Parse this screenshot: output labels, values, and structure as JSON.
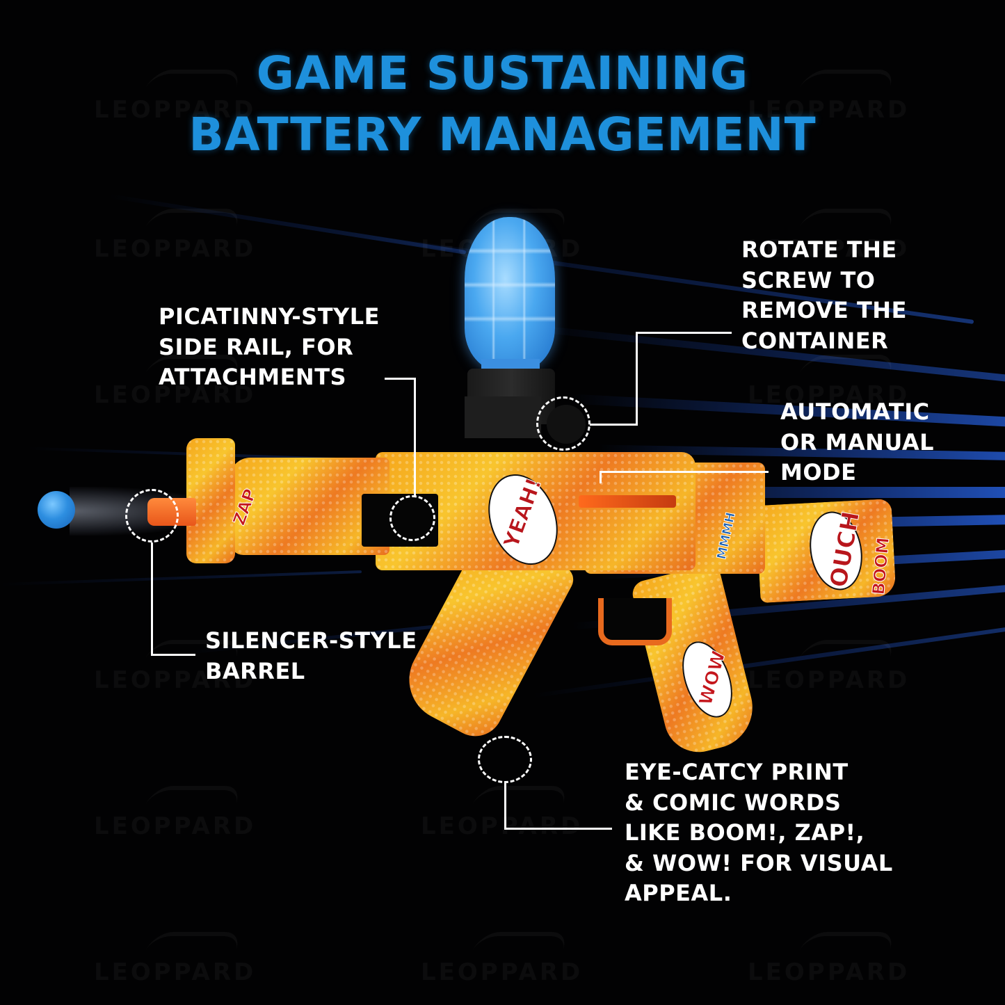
{
  "title": {
    "line1": "GAME SUSTAINING",
    "line2": "BATTERY MANAGEMENT",
    "color": "#1e90dc"
  },
  "watermark": {
    "text": "LEOPPARD"
  },
  "callouts": {
    "side_rail": {
      "lines": [
        "PICATINNY-STYLE",
        "SIDE RAIL, FOR",
        "ATTACHMENTS"
      ]
    },
    "container": {
      "lines": [
        "ROTATE THE",
        "SCREW TO",
        "REMOVE THE",
        "CONTAINER"
      ]
    },
    "mode": {
      "lines": [
        "AUTOMATIC",
        "OR MANUAL",
        "MODE"
      ]
    },
    "barrel": {
      "lines": [
        "SILENCER-STYLE",
        "BARREL"
      ]
    },
    "print": {
      "lines": [
        "EYE-CATCY PRINT",
        "& COMIC WORDS",
        "LIKE BOOM!, ZAP!,",
        "& WOW! FOR VISUAL",
        "APPEAL."
      ]
    }
  },
  "product": {
    "name": "gel blaster gun",
    "comic_words": [
      "YEAH!",
      "OUCH",
      "WOW",
      "BOOM",
      "MMMH",
      "ZAP"
    ],
    "colors": {
      "body": "#f5a51c",
      "accent_orange": "#e8561a",
      "hopper_blue": "#4aa8f0",
      "background_streak": "#1e50c8"
    }
  }
}
